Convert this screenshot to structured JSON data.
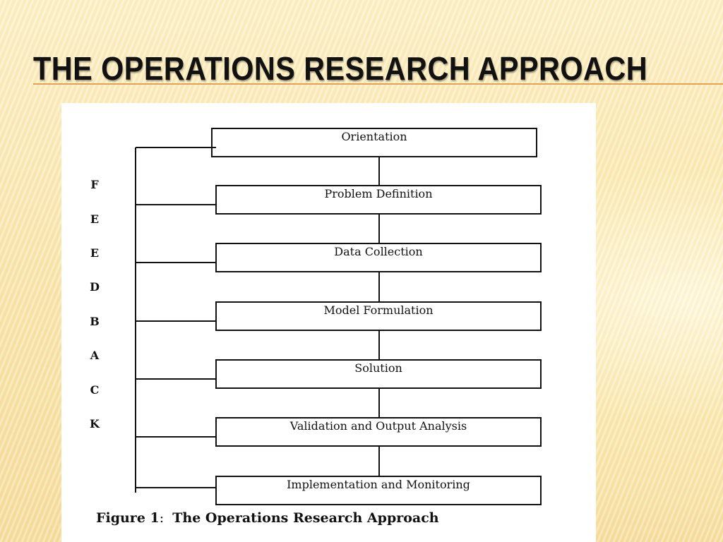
{
  "slide": {
    "title": "THE OPERATIONS RESEARCH APPROACH"
  },
  "figure": {
    "steps": [
      "Orientation",
      "Problem Definition",
      "Data Collection",
      "Model Formulation",
      "Solution",
      "Validation and Output Analysis",
      "Implementation and Monitoring"
    ],
    "feedback_letters": [
      "F",
      "E",
      "E",
      "D",
      "B",
      "A",
      "C",
      "K"
    ],
    "caption_label": "Figure 1",
    "caption_separator": ":",
    "caption_text": "The Operations Research Approach"
  }
}
